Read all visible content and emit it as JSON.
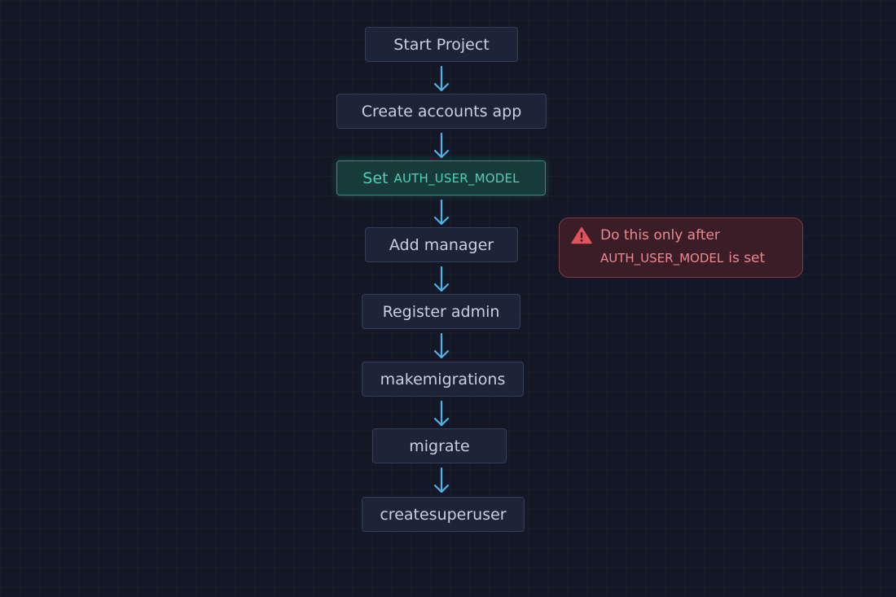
{
  "steps": [
    {
      "label": "Start Project"
    },
    {
      "label": "Create accounts app"
    },
    {
      "label": "Set",
      "code": "AUTH_USER_MODEL"
    },
    {
      "label": "Add manager"
    },
    {
      "label": "Register admin"
    },
    {
      "label": "makemigrations"
    },
    {
      "label": "migrate"
    },
    {
      "label": "createsuperuser"
    }
  ],
  "note": {
    "icon": "warning-icon",
    "line1": "Do this only after",
    "code": "AUTH_USER_MODEL",
    "line2_rest": "is set"
  },
  "colors": {
    "background": "#141725",
    "node_fill": "#1e2438",
    "node_text": "#c8cfe3",
    "highlight_text": "#4fd1b5",
    "arrow": "#4fb3ea",
    "warning_text": "#ea8a8f",
    "warning_icon": "#e0535d"
  }
}
